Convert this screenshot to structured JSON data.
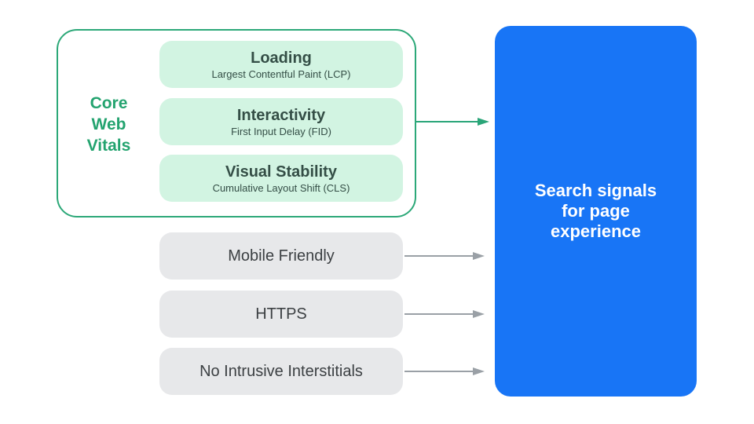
{
  "colors": {
    "green_accent": "#23A36F",
    "green_border": "#2CA878",
    "green_arrow": "#2AA578",
    "mint_bg": "#D2F4E2",
    "dark_green_text": "#344E46",
    "grey_bg": "#E7E8EA",
    "grey_text": "#3C4043",
    "arrow_grey": "#9AA0A6",
    "blue_bg": "#1875F6",
    "white_text": "#FFFFFF"
  },
  "core_web_vitals": {
    "label_lines": [
      "Core",
      "Web",
      "Vitals"
    ],
    "pills": [
      {
        "title": "Loading",
        "subtitle": "Largest Contentful Paint (LCP)"
      },
      {
        "title": "Interactivity",
        "subtitle": "First Input Delay (FID)"
      },
      {
        "title": "Visual Stability",
        "subtitle": "Cumulative Layout Shift (CLS)"
      }
    ]
  },
  "other_signals": [
    {
      "label": "Mobile Friendly"
    },
    {
      "label": "HTTPS"
    },
    {
      "label": "No Intrusive Interstitials"
    }
  ],
  "result_box": {
    "label_lines": [
      "Search signals",
      "for page",
      "experience"
    ]
  }
}
